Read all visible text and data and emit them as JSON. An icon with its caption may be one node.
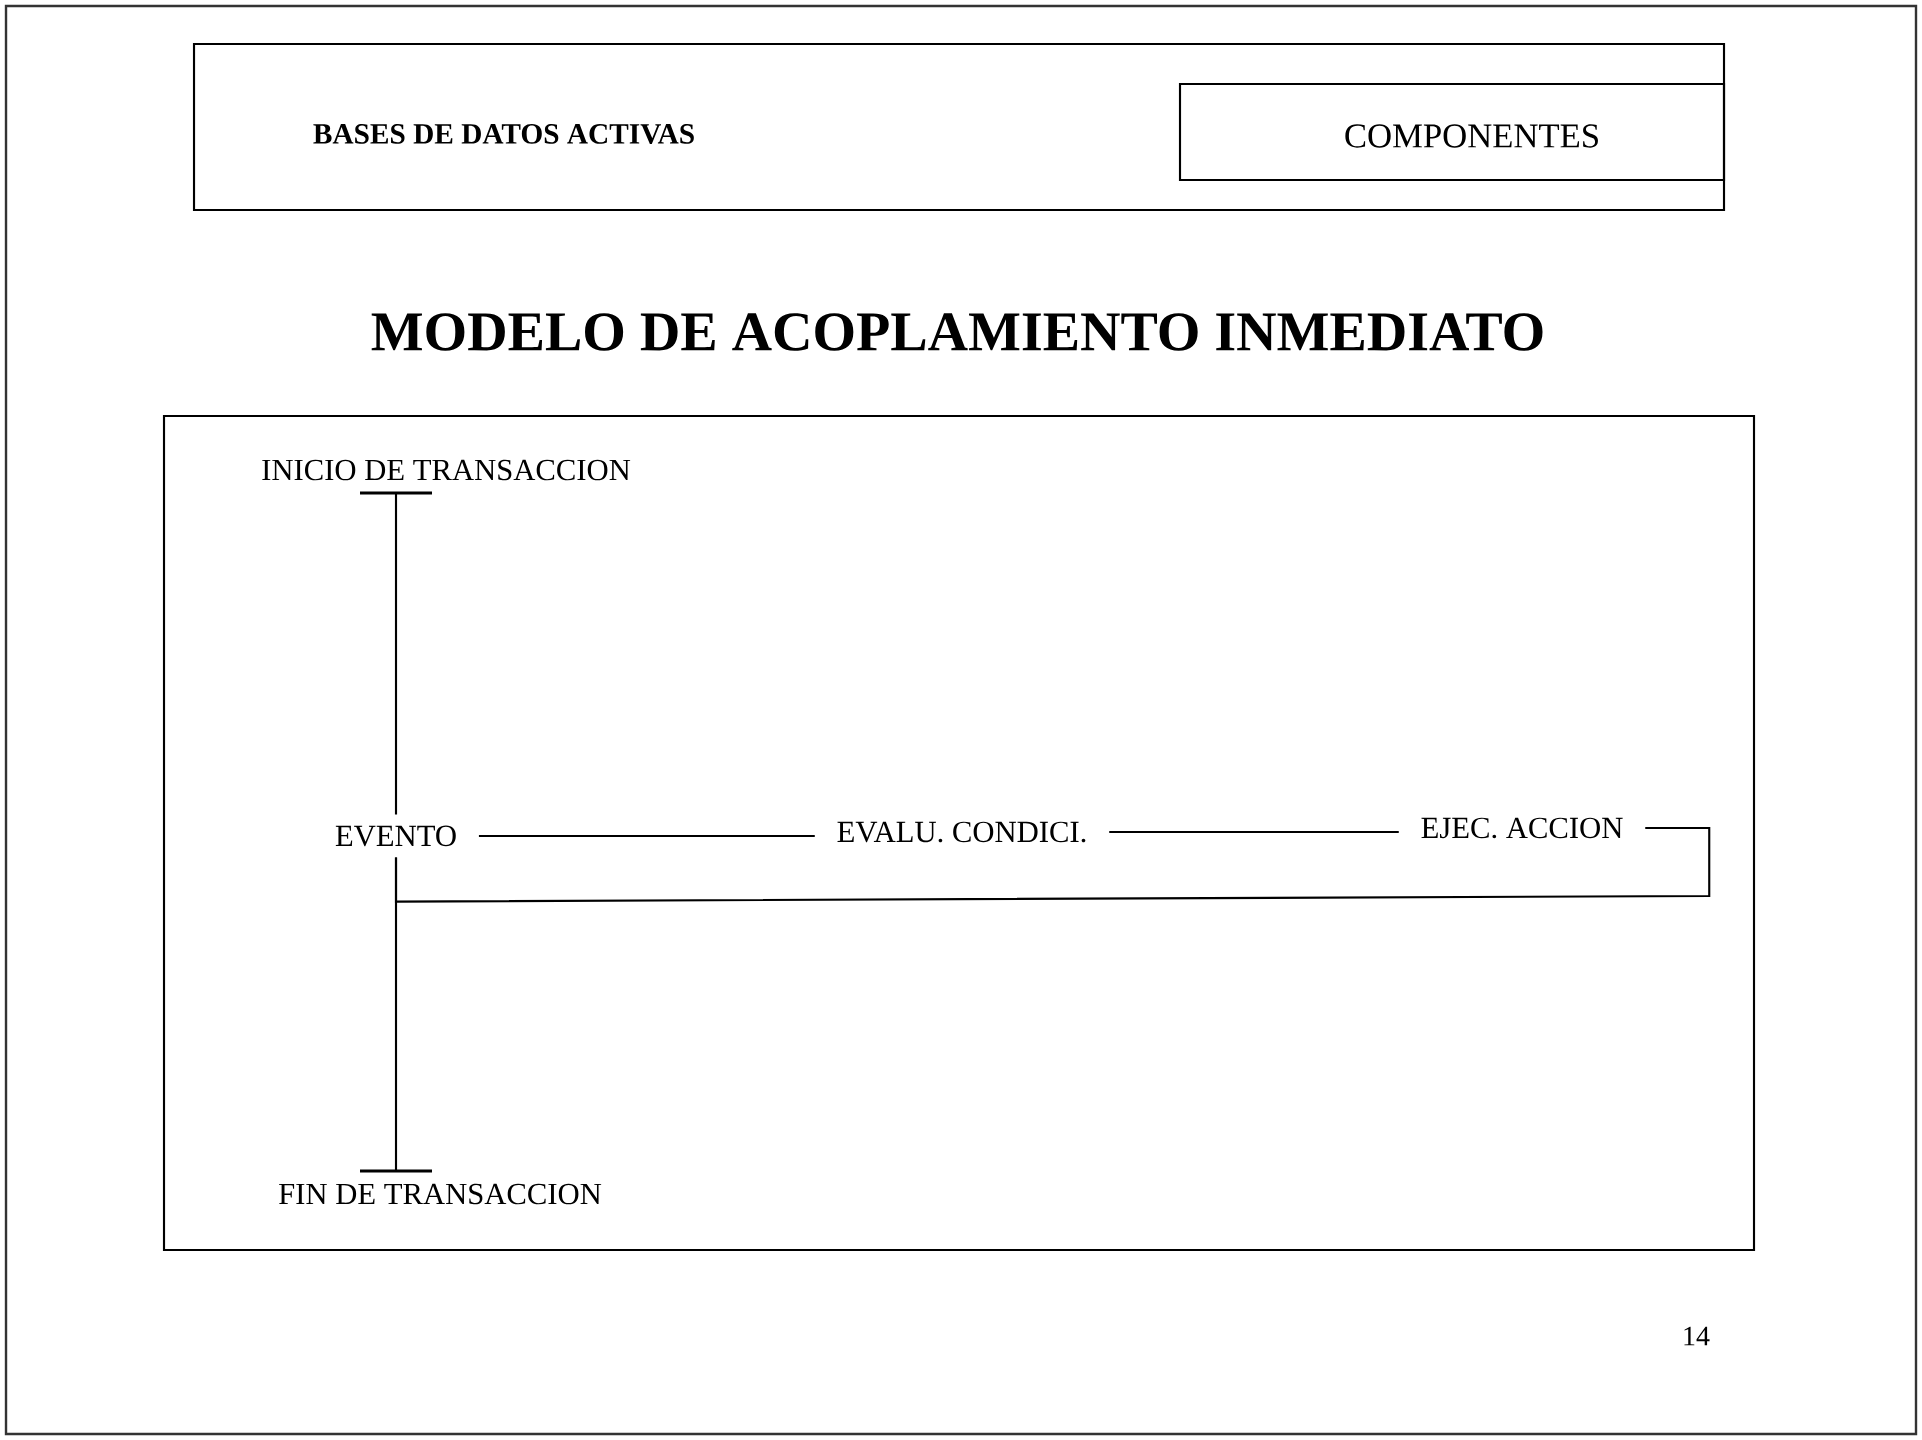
{
  "diagram": {
    "title": "MODELO DE ACOPLAMIENTO INMEDIATO",
    "nodes": [
      {
        "text": [
          "BASES DE DATOS ACTIVAS"
        ]
      },
      {
        "text": [
          "COMPONENTES"
        ],
        "in": 0
      },
      {
        "text": [],
        "shape": "box"
      },
      {
        "text": [
          "INICIO DE TRANSACCION"
        ],
        "in": 2
      },
      {
        "text": [
          "EVENTO"
        ],
        "in": 2
      },
      {
        "text": [
          "EVALU. CONDICI."
        ],
        "in": 2
      },
      {
        "text": [
          "EJEC. ACCION"
        ],
        "in": 2
      },
      {
        "text": [
          "FIN DE TRANSACCION"
        ],
        "in": 2
      }
    ],
    "edges": [
      {
        "from": 4,
        "to": 3,
        "arrow": "other"
      },
      {
        "from": 4,
        "to": 7,
        "arrow": "other"
      },
      {
        "from": 4,
        "to": 5,
        "arrow": "none"
      },
      {
        "from": 5,
        "to": 6,
        "arrow": "none"
      },
      {
        "from": 6,
        "to": 4,
        "arrow": "none"
      }
    ],
    "labels": [
      "14"
    ]
  }
}
